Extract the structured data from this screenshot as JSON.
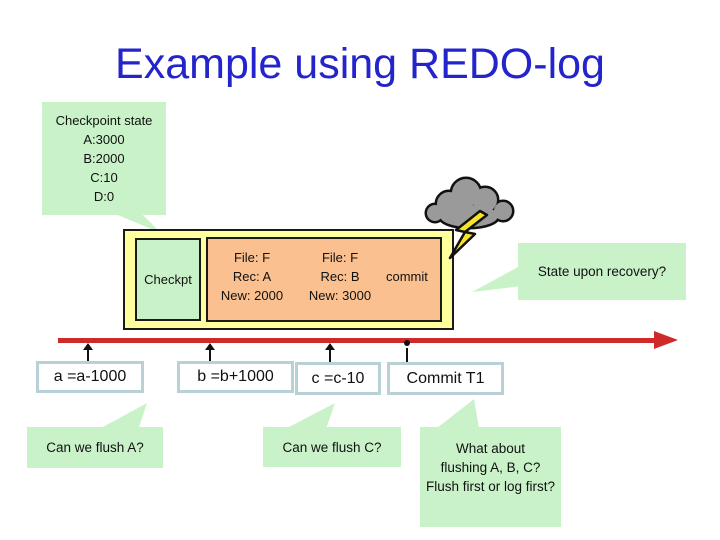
{
  "title": "Example using REDO-log",
  "colors": {
    "title_blue": "#2424cc",
    "note_green": "#c9f2c9",
    "log_yellow": "#ffff9c",
    "record_orange": "#fac090",
    "timeline_red": "#ce2a2a",
    "event_border_blue": "#b9d0d6",
    "cloud_gray": "#9a9a9a",
    "bolt_yellow": "#f7e423"
  },
  "icons": {
    "storm_cloud": "storm-cloud-icon",
    "lightning": "lightning-bolt-icon",
    "timeline_arrow": "right-arrowhead",
    "tick_marker": "up-arrow-tick"
  },
  "checkpoint_note": {
    "title": "Checkpoint state",
    "lines": [
      "A:3000",
      "B:2000",
      "C:10",
      "D:0"
    ]
  },
  "log_box": {
    "checkpoint_label": "Checkpt",
    "records": [
      {
        "file": "File: F",
        "rec": "Rec: A",
        "new": "New: 2000"
      },
      {
        "file": "File: F",
        "rec": "Rec: B",
        "new": "New: 3000"
      }
    ],
    "commit_label": "commit"
  },
  "recovery_note": {
    "label": "State upon recovery?"
  },
  "timeline": {
    "events": [
      {
        "label": "a =a-1000"
      },
      {
        "label": "b =b+1000"
      },
      {
        "label": "c =c-10"
      },
      {
        "label": "Commit T1"
      }
    ]
  },
  "questions": {
    "flush_a": "Can we flush A?",
    "flush_c": "Can we flush C?",
    "flush_all_lines": [
      "What about",
      "flushing A, B, C?",
      "Flush first or log first?"
    ]
  }
}
